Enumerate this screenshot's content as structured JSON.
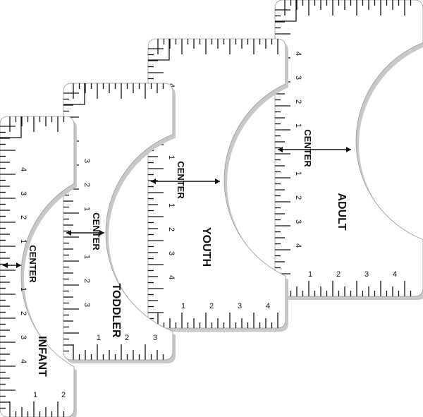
{
  "rulers": [
    {
      "name": "ADULT",
      "center_label": "CENTER",
      "numbers": [
        "1",
        "2",
        "3",
        "4"
      ]
    },
    {
      "name": "YOUTH",
      "center_label": "CENTER",
      "numbers": [
        "1",
        "2",
        "3",
        "4"
      ]
    },
    {
      "name": "TODDLER",
      "center_label": "CENTER",
      "numbers": [
        "1",
        "2",
        "3"
      ]
    },
    {
      "name": "INFANT",
      "center_label": "CENTER",
      "numbers": [
        "1",
        "2",
        "3",
        "4"
      ]
    }
  ],
  "colors": {
    "ruler": "#ffffff",
    "ink": "#111111",
    "shadow": "#c8c8c8"
  }
}
